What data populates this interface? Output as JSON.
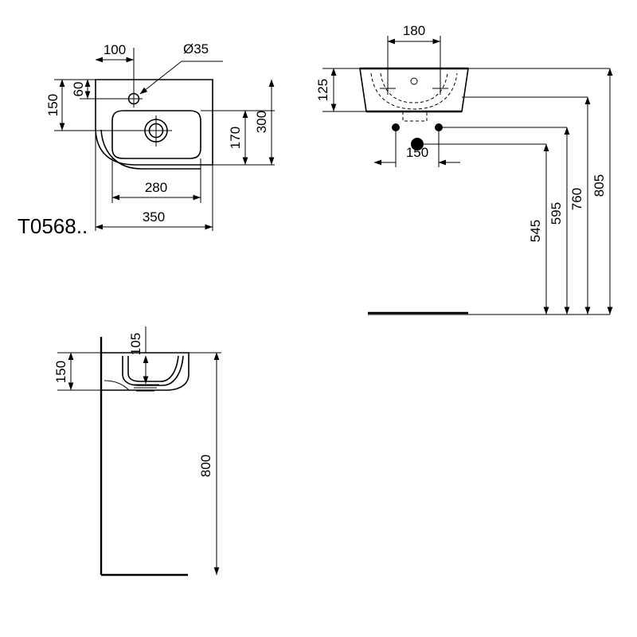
{
  "drawing": {
    "model_label": "T0568..",
    "units_note": "",
    "line_color": "#000000",
    "background_color": "#ffffff",
    "views": {
      "top": {
        "name": "top-view",
        "dimensions": {
          "tap_hole_offset_x": "100",
          "tap_hole_offset_y": "60",
          "back_to_bowl_center": "150",
          "tap_hole_diameter": "Ø35",
          "bowl_depth": "170",
          "overall_depth": "300",
          "bowl_width": "280",
          "overall_width": "350"
        }
      },
      "front": {
        "name": "front-view",
        "dimensions": {
          "bracket_spacing": "180",
          "basin_height": "125",
          "supply_spacing": "150",
          "waste_height": "545",
          "supply_height": "595",
          "bracket_height": "760",
          "overall_height": "805"
        }
      },
      "side": {
        "name": "side-view",
        "dimensions": {
          "bowl_inner_depth": "105",
          "basin_height": "150",
          "mounting_height": "800"
        }
      }
    }
  },
  "chart_data": {
    "type": "table",
    "title": "T0568.. washbasin installation drawing",
    "categories": [
      "100",
      "60",
      "150",
      "Ø35",
      "170",
      "300",
      "280",
      "350",
      "180",
      "125",
      "150",
      "545",
      "595",
      "760",
      "805",
      "105",
      "150",
      "800"
    ]
  }
}
